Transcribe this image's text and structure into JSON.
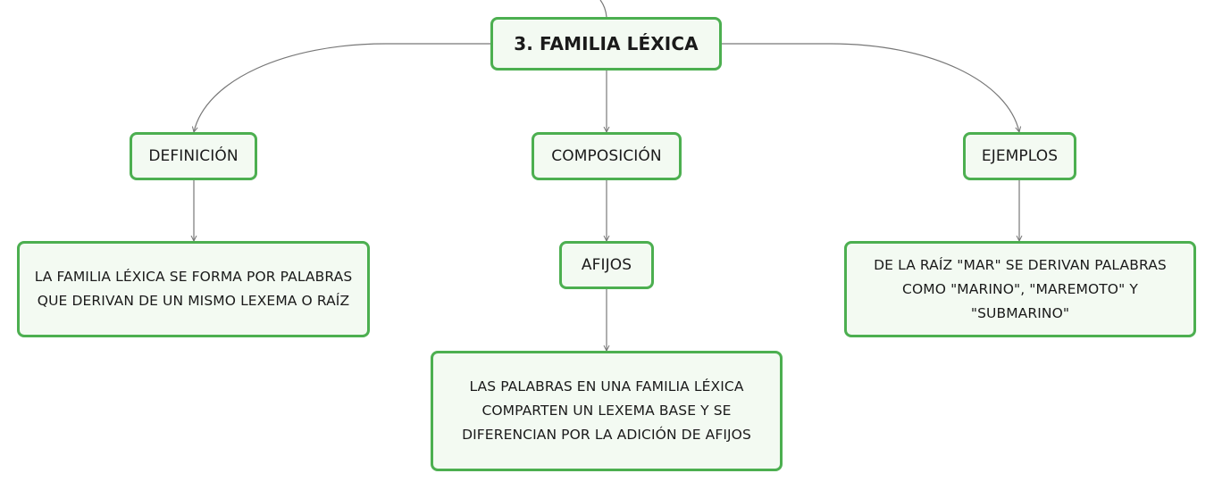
{
  "diagram": {
    "root": {
      "label": "3. FAMILIA LÉXICA"
    },
    "branches": {
      "definicion": {
        "label": "DEFINICIÓN",
        "detail": "LA FAMILIA LÉXICA SE FORMA POR PALABRAS QUE DERIVAN DE UN MISMO LEXEMA O RAÍZ"
      },
      "composicion": {
        "label": "COMPOSICIÓN",
        "child": {
          "label": "AFIJOS",
          "detail": "LAS PALABRAS EN UNA FAMILIA LÉXICA COMPARTEN UN LEXEMA BASE Y SE DIFERENCIAN POR LA ADICIÓN DE AFIJOS"
        }
      },
      "ejemplos": {
        "label": "EJEMPLOS",
        "detail": "DE LA RAÍZ \"MAR\" SE DERIVAN PALABRAS COMO \"MARINO\", \"MAREMOTO\" Y \"SUBMARINO\""
      }
    }
  },
  "colors": {
    "node_border": "#4caf50",
    "node_fill": "#f3faf2",
    "connector": "#777777",
    "text": "#1a1a1a"
  }
}
